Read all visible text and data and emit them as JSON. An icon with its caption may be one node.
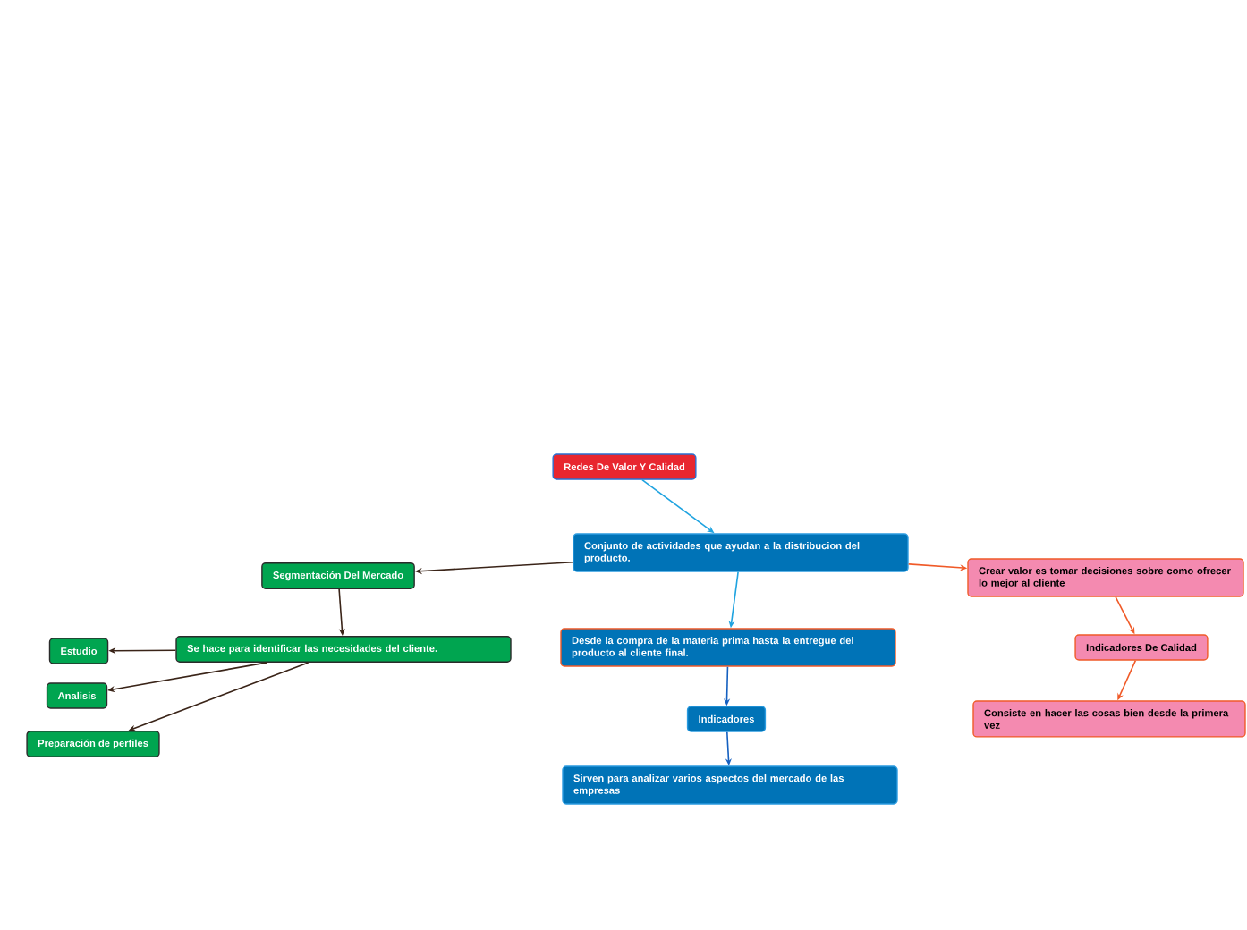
{
  "diagram": {
    "nodes": [
      {
        "text": [
          "Redes  De Valor Y Calidad"
        ]
      },
      {
        "text": [
          "Conjunto de actividades que ayudan a la distribucion del producto."
        ]
      },
      {
        "text": [
          "Segmentación Del Mercado"
        ]
      },
      {
        "text": [
          "Se hace para identificar las necesidades del cliente."
        ]
      },
      {
        "text": [
          "Estudio"
        ]
      },
      {
        "text": [
          "Analisis"
        ]
      },
      {
        "text": [
          "Preparación de perfiles"
        ]
      },
      {
        "text": [
          "Desde la compra de la materia prima hasta la entregue del producto al cliente final."
        ]
      },
      {
        "text": [
          "Indicadores"
        ]
      },
      {
        "text": [
          "Sirven para analizar varios aspectos del mercado de las empresas"
        ]
      },
      {
        "text": [
          "Crear valor es tomar decisiones sobre como ofrecer lo mejor al cliente"
        ]
      },
      {
        "text": [
          "Indicadores De Calidad"
        ]
      },
      {
        "text": [
          "Consiste en hacer las cosas bien desde la primera vez"
        ]
      }
    ],
    "edges": [
      {
        "from": 0,
        "to": 1,
        "arrow": "to",
        "color": "#1fa3e0"
      },
      {
        "from": 1,
        "to": 2,
        "arrow": "to"
      },
      {
        "from": 2,
        "to": 3,
        "arrow": "to"
      },
      {
        "from": 3,
        "to": 4,
        "arrow": "to"
      },
      {
        "from": 3,
        "to": 5,
        "arrow": "to"
      },
      {
        "from": 3,
        "to": 6,
        "arrow": "to"
      },
      {
        "from": 1,
        "to": 7,
        "arrow": "to",
        "color": "#1fa3e0"
      },
      {
        "from": 7,
        "to": 8,
        "arrow": "to",
        "color": "#1560c0"
      },
      {
        "from": 8,
        "to": 9,
        "arrow": "to",
        "color": "#1560c0"
      },
      {
        "from": 1,
        "to": 10,
        "arrow": "to",
        "color": "#f05a28"
      },
      {
        "from": 10,
        "to": 11,
        "arrow": "to",
        "color": "#f05a28"
      },
      {
        "from": 11,
        "to": 12,
        "arrow": "to",
        "color": "#f05a28"
      }
    ]
  }
}
